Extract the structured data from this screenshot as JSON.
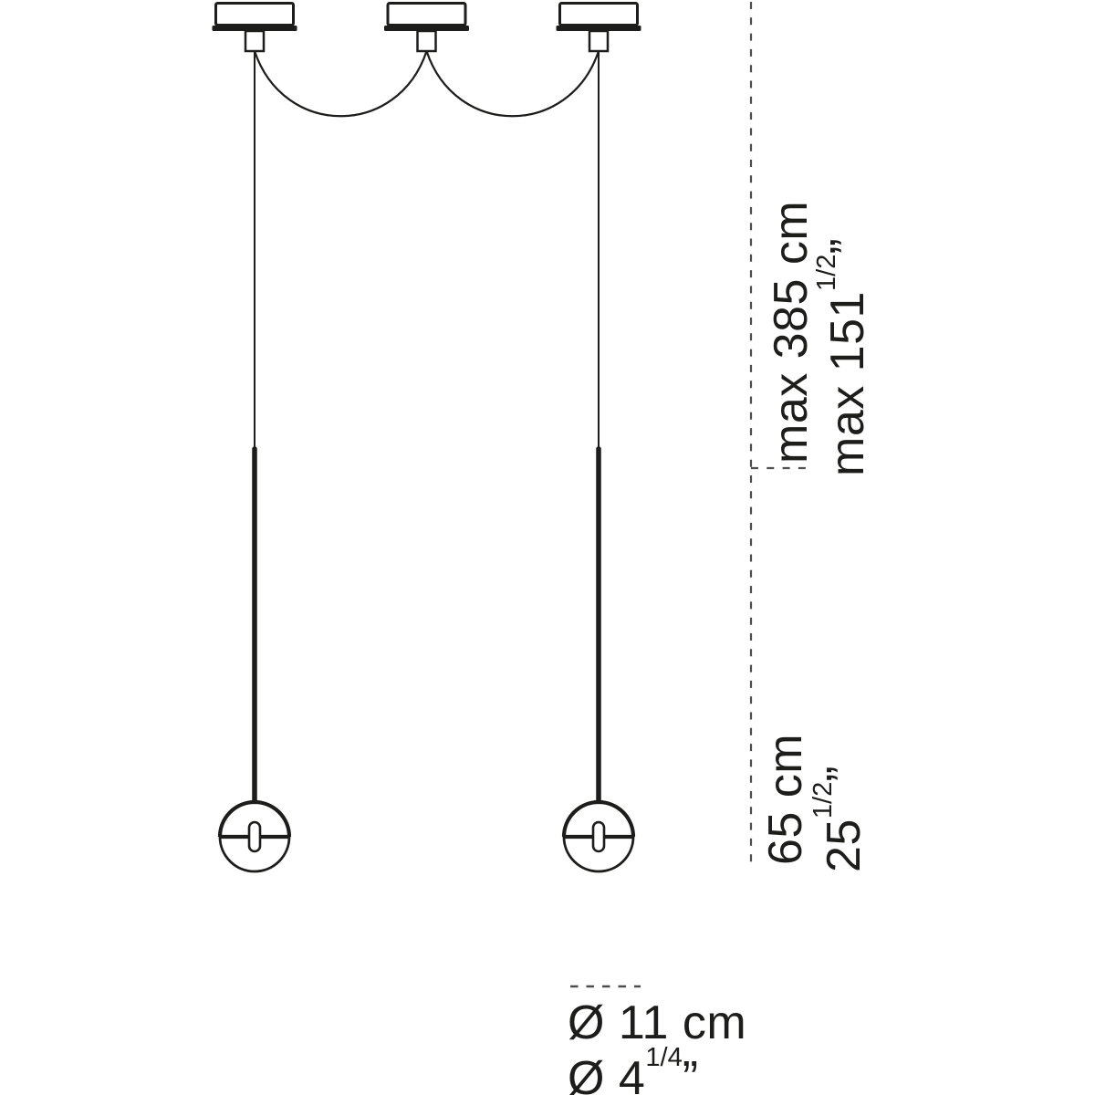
{
  "diagram": {
    "title": "pendant-lamp-dimension-diagram",
    "fixture": {
      "canopy_count": 3,
      "pendant_count": 2,
      "parts": [
        "ceiling-canopy",
        "swag-cord",
        "drop-cord",
        "stem-rod",
        "sphere-head"
      ]
    },
    "colors": {
      "line": "#1d1d1b",
      "dash": "#4d4d4d",
      "background": "#ffffff",
      "text": "#1d1d1b"
    }
  },
  "dimensions": {
    "max_drop": {
      "metric": "max 385 cm",
      "imperial_prefix": "max 151",
      "imperial_fraction": "1/2",
      "imperial_suffix": "”"
    },
    "fixture_height": {
      "metric": "65 cm",
      "imperial_prefix": "25",
      "imperial_fraction": "1/2",
      "imperial_suffix": "”"
    },
    "diameter": {
      "metric": "Ø 11 cm",
      "imperial_prefix": "Ø 4",
      "imperial_fraction": "1/4",
      "imperial_suffix": "”"
    }
  }
}
